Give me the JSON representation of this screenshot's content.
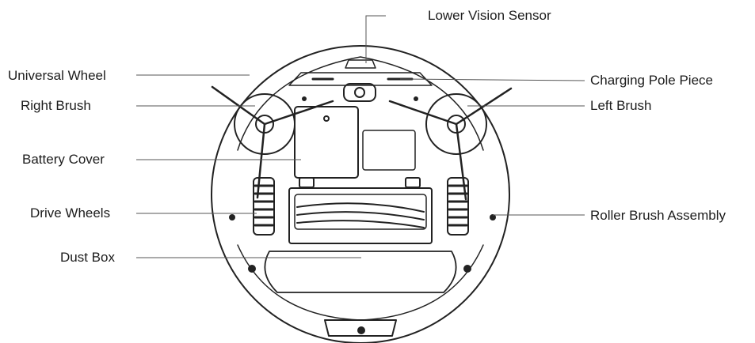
{
  "labels": {
    "lower_vision_sensor": "Lower Vision Sensor",
    "universal_wheel": "Universal Wheel",
    "right_brush": "Right Brush",
    "battery_cover": "Battery Cover",
    "drive_wheels": "Drive Wheels",
    "dust_box": "Dust Box",
    "charging_pole_piece": "Charging Pole Piece",
    "left_brush": "Left Brush",
    "roller_brush_assembly": "Roller Brush Assembly"
  },
  "colors": {
    "line": "#222222",
    "leader": "#555555",
    "background": "#ffffff"
  }
}
